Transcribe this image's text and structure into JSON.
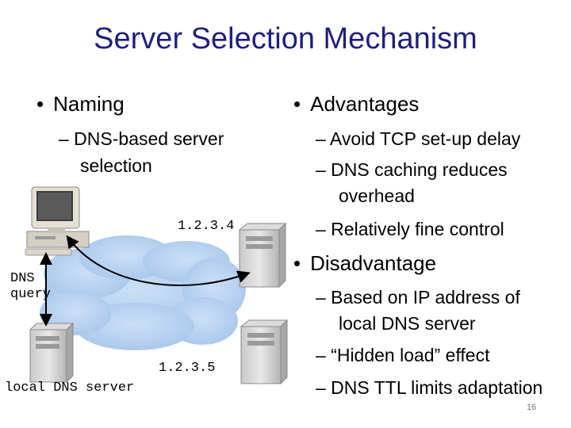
{
  "slide": {
    "title": "Server Selection Mechanism",
    "page_number": "16"
  },
  "left": {
    "bullet": "Naming",
    "sub": [
      "– DNS-based server",
      "selection"
    ]
  },
  "right": {
    "advantages_heading": "Advantages",
    "advantages": [
      "– Avoid TCP set-up delay",
      "– DNS caching reduces",
      "overhead",
      "– Relatively fine control"
    ],
    "disadvantage_heading": "Disadvantage",
    "disadvantages": [
      "– Based on IP address of",
      "local DNS server",
      "– “Hidden load” effect",
      "– DNS TTL limits adaptation"
    ]
  },
  "diagram": {
    "server_top_ip": "1.2.3.4",
    "server_bottom_ip": "1.2.3.5",
    "dns_query_label": [
      "DNS",
      "query"
    ],
    "local_dns_label": "local DNS server",
    "icons": [
      "desktop-computer-icon",
      "tower-server-icon",
      "network-cloud-icon"
    ]
  }
}
